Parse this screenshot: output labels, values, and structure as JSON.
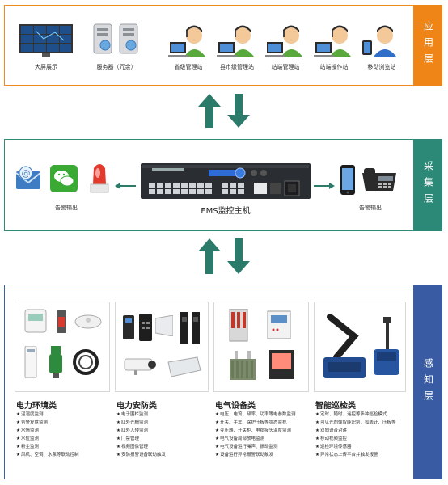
{
  "colors": {
    "app_border": "#f08a1e",
    "app_tab": "#ef8417",
    "collect_border": "#2f8a78",
    "collect_tab": "#2d8977",
    "sense_border": "#3a5ea8",
    "sense_tab": "#395ba3",
    "arrow": "#2c7a6a"
  },
  "layers": {
    "app": {
      "tab": "应用层"
    },
    "collect": {
      "tab": "采集层"
    },
    "sense": {
      "tab": "感知层"
    }
  },
  "app_items": [
    {
      "label": "大屏展示",
      "icon": "videowall-icon"
    },
    {
      "label": "服务器（冗余）",
      "icon": "server-icon"
    },
    {
      "label": "省级管理站",
      "icon": "operator-icon"
    },
    {
      "label": "县市级管理站",
      "icon": "operator-icon"
    },
    {
      "label": "站端管理站",
      "icon": "operator-icon"
    },
    {
      "label": "站端操作站",
      "icon": "operator-icon"
    },
    {
      "label": "移动浏览站",
      "icon": "mobile-operator-icon"
    }
  ],
  "collect": {
    "host_label": "EMS监控主机",
    "left_alarm": "告警输出",
    "right_alarm": "告警输出",
    "left_icons": [
      "email-icon",
      "wechat-icon",
      "alarm-light-icon"
    ],
    "right_icons": [
      "phone-icon",
      "desk-phone-icon"
    ]
  },
  "categories": [
    {
      "title": "电力环境类",
      "features": [
        "温湿度监测",
        "告警复盘监测",
        "水情监测",
        "水位监测",
        "粉尘监测",
        "风机、空调、水泵等联动控制"
      ]
    },
    {
      "title": "电力安防类",
      "features": [
        "电子围栏监测",
        "红外光栅监测",
        "红外入侵监测",
        "门禁管理",
        "视频图像管理",
        "安防报警设备联动触发"
      ]
    },
    {
      "title": "电气设备类",
      "features": [
        "电压、电流、频率、功率等电参数监测",
        "开关、手车、保护压板等状态监视",
        "变压器、开关柜、电缆接头温度监测",
        "电气设备局部放电监测",
        "电气设备运行噪声、振动监测",
        "设备运行异常报警联动触发"
      ]
    },
    {
      "title": "智能巡检类",
      "features": [
        "定时、随时、遥控等多种巡检模式",
        "可见光图像智能识别，如表计、压板等",
        "双向语音对讲",
        "移动视频监控",
        "巡检环境传感器",
        "异常状态上传平台并触发报警"
      ]
    }
  ]
}
